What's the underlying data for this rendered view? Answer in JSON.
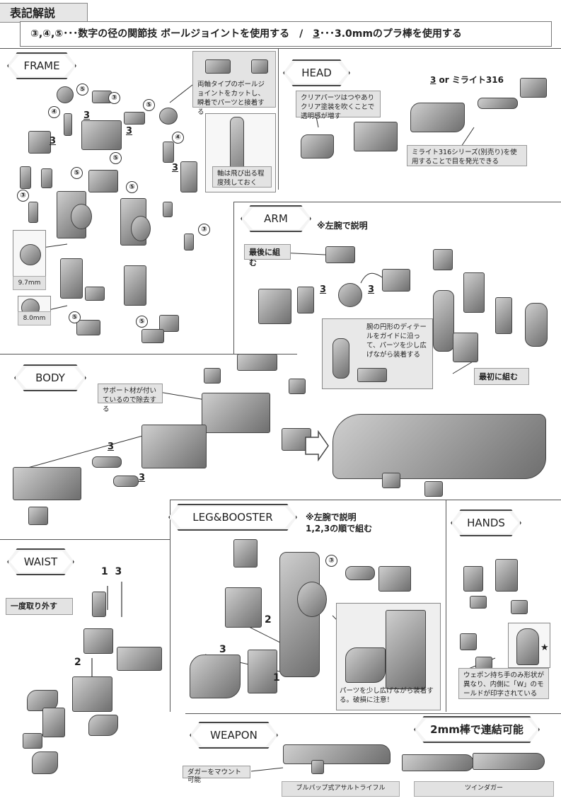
{
  "header": {
    "title": "表記解説",
    "legend_circled": "③,④,⑤･･･数字の径の関節技 ボールジョイントを使用する",
    "legend_sep": "/",
    "legend_rod_num": "3",
    "legend_rod_text": "･･･3.0mmのプラ棒を使用する"
  },
  "frame": {
    "badge": "FRAME",
    "note": "両軸タイプのボールジョイントをカットし、瞬着でパーツと接着する",
    "axis_note": "軸は飛び出る程度残しておく",
    "size1": "9.7mm",
    "size2": "8.0mm",
    "markers": {
      "five": "⑤",
      "four": "④",
      "three": "③",
      "rod": "3"
    }
  },
  "head": {
    "badge": "HEAD",
    "rod_label": "3",
    "rod_or": "or ミライト316",
    "clear_note": "クリアパーツはつやありクリア塗装を吹くことで透明感が増す",
    "light_note": "ミライト316シリーズ(別売り)を使用することで目を発光できる"
  },
  "arm": {
    "badge": "ARM",
    "subtitle": "※左腕で説明",
    "last_label": "最後に組む",
    "first_label": "最初に組む",
    "guide_note": "腕の円形のディテールをガイドに沿って、パーツを少し広げながら装着する",
    "rod": "3"
  },
  "body": {
    "badge": "BODY",
    "support_note": "サポート材が付いているので除去する",
    "rod": "3"
  },
  "leg": {
    "badge": "LEG&BOOSTER",
    "subtitle1": "※左腕で説明",
    "subtitle2": "1,2,3の順で組む",
    "caution": "パーツを少し広げながら装着する。破損に注意！",
    "n1": "1",
    "n2": "2",
    "n3": "3",
    "joint": "③"
  },
  "hands": {
    "badge": "HANDS",
    "note": "ウェポン持ち手のみ形状が異なり、内側に「W」のモールドが印字されている",
    "star": "★"
  },
  "waist": {
    "badge": "WAIST",
    "steps": "1  3",
    "remove_label": "一度取り外す",
    "n2": "2"
  },
  "weapon": {
    "badge": "WEAPON",
    "link_label": "2mm棒で連結可能",
    "dagger_note": "ダガーをマウント可能",
    "rifle_name": "ブルパップ式アサルトライフル",
    "dagger_name": "ツインダガー"
  }
}
